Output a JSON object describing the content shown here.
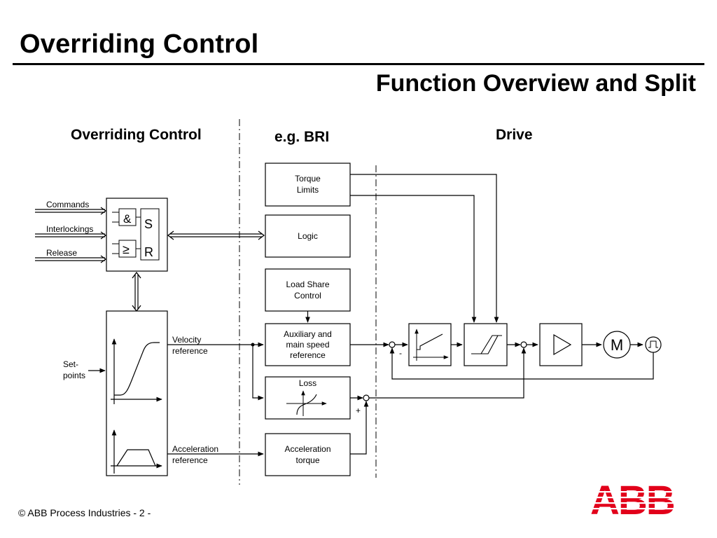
{
  "header": {
    "title": "Overriding Control",
    "subtitle": "Function Overview and Split"
  },
  "sections": {
    "overriding": "Overriding Control",
    "bri": "e.g. BRI",
    "drive": "Drive"
  },
  "inputs": {
    "commands": "Commands",
    "interlockings": "Interlockings",
    "release": "Release",
    "setpoints_line1": "Set-",
    "setpoints_line2": "points"
  },
  "flipflop": {
    "and_symbol": "&",
    "or_symbol": "≥",
    "set": "S",
    "reset": "R"
  },
  "signals": {
    "velocity_line1": "Velocity",
    "velocity_line2": "reference",
    "accel_line1": "Acceleration",
    "accel_line2": "reference"
  },
  "bri_blocks": {
    "torque_limits_line1": "Torque",
    "torque_limits_line2": "Limits",
    "logic": "Logic",
    "load_share_line1": "Load Share",
    "load_share_line2": "Control",
    "aux_line1": "Auxiliary and",
    "aux_line2": "main speed",
    "aux_line3": "reference",
    "loss": "Loss",
    "accel_torque_line1": "Acceleration",
    "accel_torque_line2": "torque"
  },
  "drive": {
    "motor": "M",
    "minus_sign": "-",
    "plus_sign": "+"
  },
  "footer": {
    "copyright": "© ABB Process Industries - 2 -"
  },
  "logo": {
    "text": "ABB",
    "color": "#e2001a"
  }
}
